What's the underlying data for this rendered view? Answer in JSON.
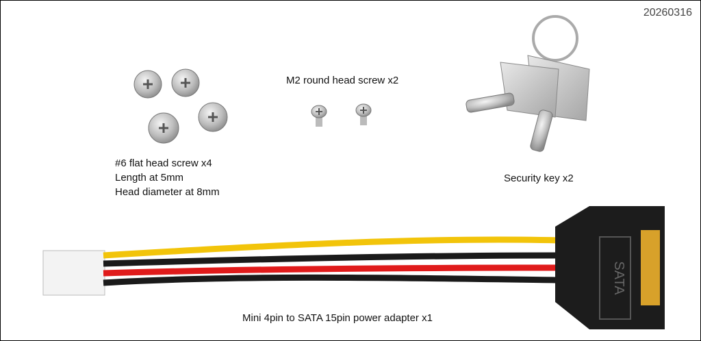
{
  "date_stamp": "20260316",
  "items": {
    "flat_screws": {
      "line1": "#6 flat head screw x4",
      "line2": "Length at 5mm",
      "line3": "Head diameter at 8mm"
    },
    "m2_screws": {
      "label": "M2 round head screw x2"
    },
    "security_key": {
      "label": "Security key x2"
    },
    "power_adapter": {
      "label": "Mini 4pin to SATA 15pin power adapter x1",
      "connector_marking": "SATA"
    }
  },
  "colors": {
    "wire_yellow": "#f2c40a",
    "wire_red": "#e01b1b",
    "wire_black": "#1a1a1a",
    "metal": "#c9c9c9"
  }
}
